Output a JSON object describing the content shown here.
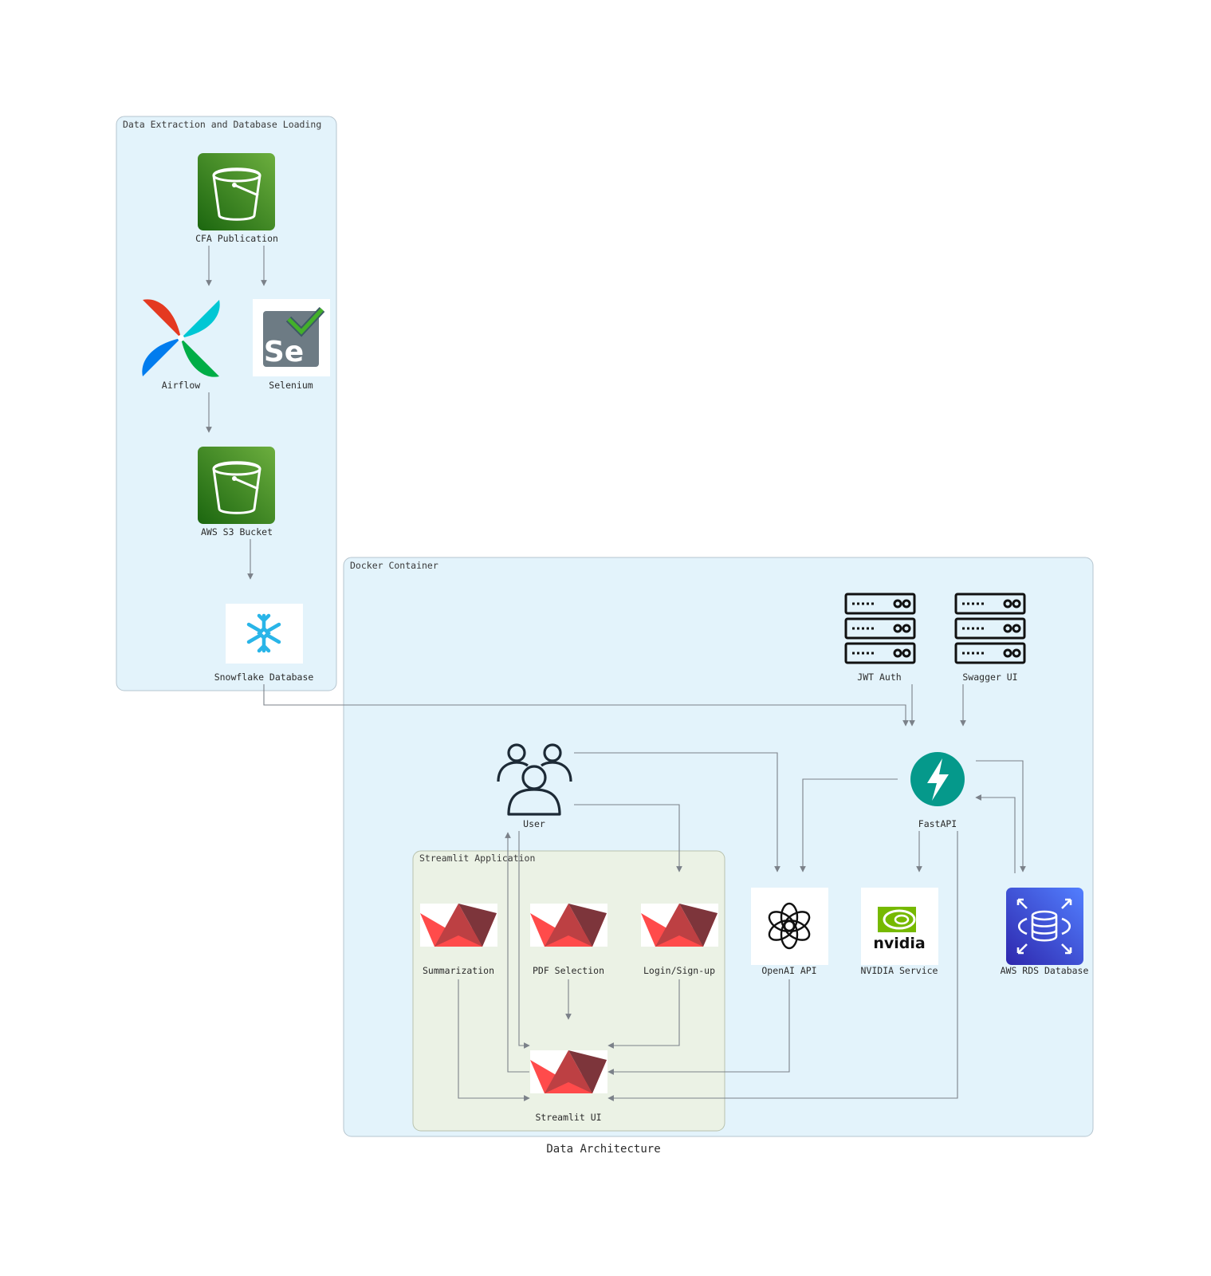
{
  "diagram": {
    "title": "Data Architecture",
    "clusters": {
      "extraction": "Data Extraction and Database Loading",
      "docker": "Docker Container",
      "streamlit": "Streamlit Application"
    },
    "nodes": {
      "cfa": "CFA Publication",
      "airflow": "Airflow",
      "selenium": "Selenium",
      "s3": "AWS S3 Bucket",
      "snowflake": "Snowflake Database",
      "jwt": "JWT Auth",
      "swagger": "Swagger UI",
      "user": "User",
      "fastapi": "FastAPI",
      "summarization": "Summarization",
      "pdf": "PDF Selection",
      "login": "Login/Sign-up",
      "streamlit_ui": "Streamlit UI",
      "openai": "OpenAI API",
      "nvidia": "NVIDIA Service",
      "rds": "AWS RDS Database"
    },
    "icon_texts": {
      "selenium": "Se",
      "nvidia": "nvidia"
    },
    "colors": {
      "cluster_blue": "#e3f3fb",
      "cluster_green": "#ebf2e5",
      "s3_green": "#3f8624",
      "rds_blue": "#3b48cc",
      "fastapi_teal": "#05998b",
      "streamlit_red": "#f04a4a",
      "edge": "#7b8189"
    }
  }
}
